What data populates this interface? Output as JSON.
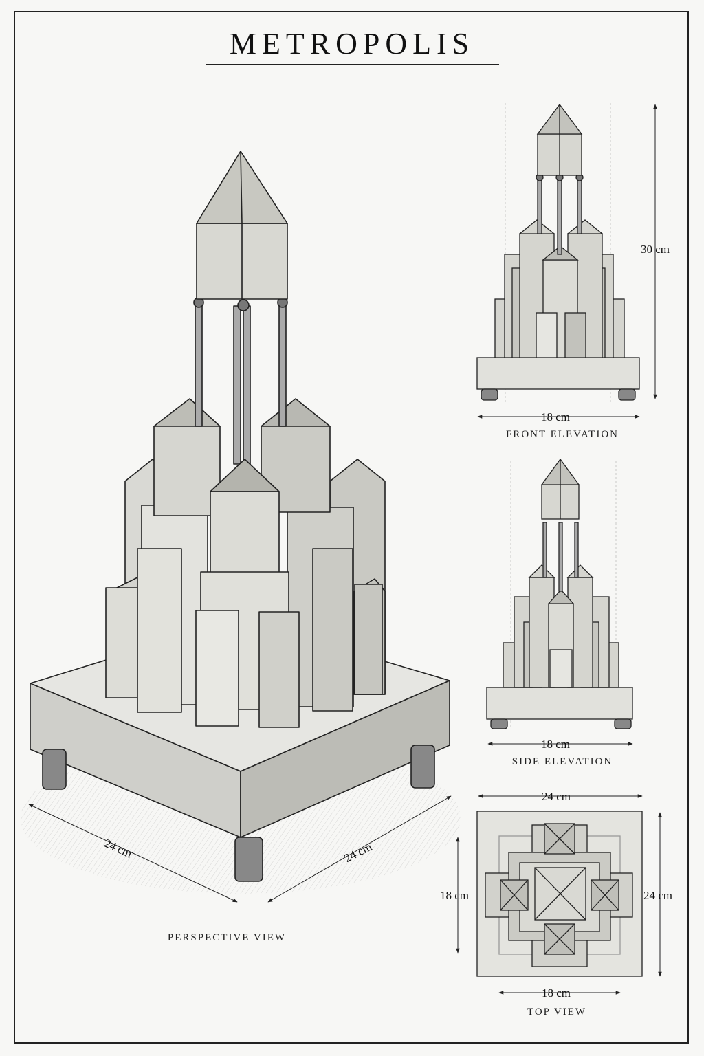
{
  "title": "METROPOLIS",
  "views": {
    "perspective": {
      "caption": "PERSPECTIVE VIEW",
      "dim_left": "24 cm",
      "dim_right": "24 cm"
    },
    "front": {
      "caption": "FRONT ELEVATION",
      "dim_width": "18 cm",
      "dim_height": "30 cm"
    },
    "side": {
      "caption": "SIDE ELEVATION",
      "dim_width": "18 cm"
    },
    "top": {
      "caption": "TOP VIEW",
      "dim_top": "24 cm",
      "dim_right": "24 cm",
      "dim_left": "18 cm",
      "dim_bottom": "18 cm"
    }
  }
}
